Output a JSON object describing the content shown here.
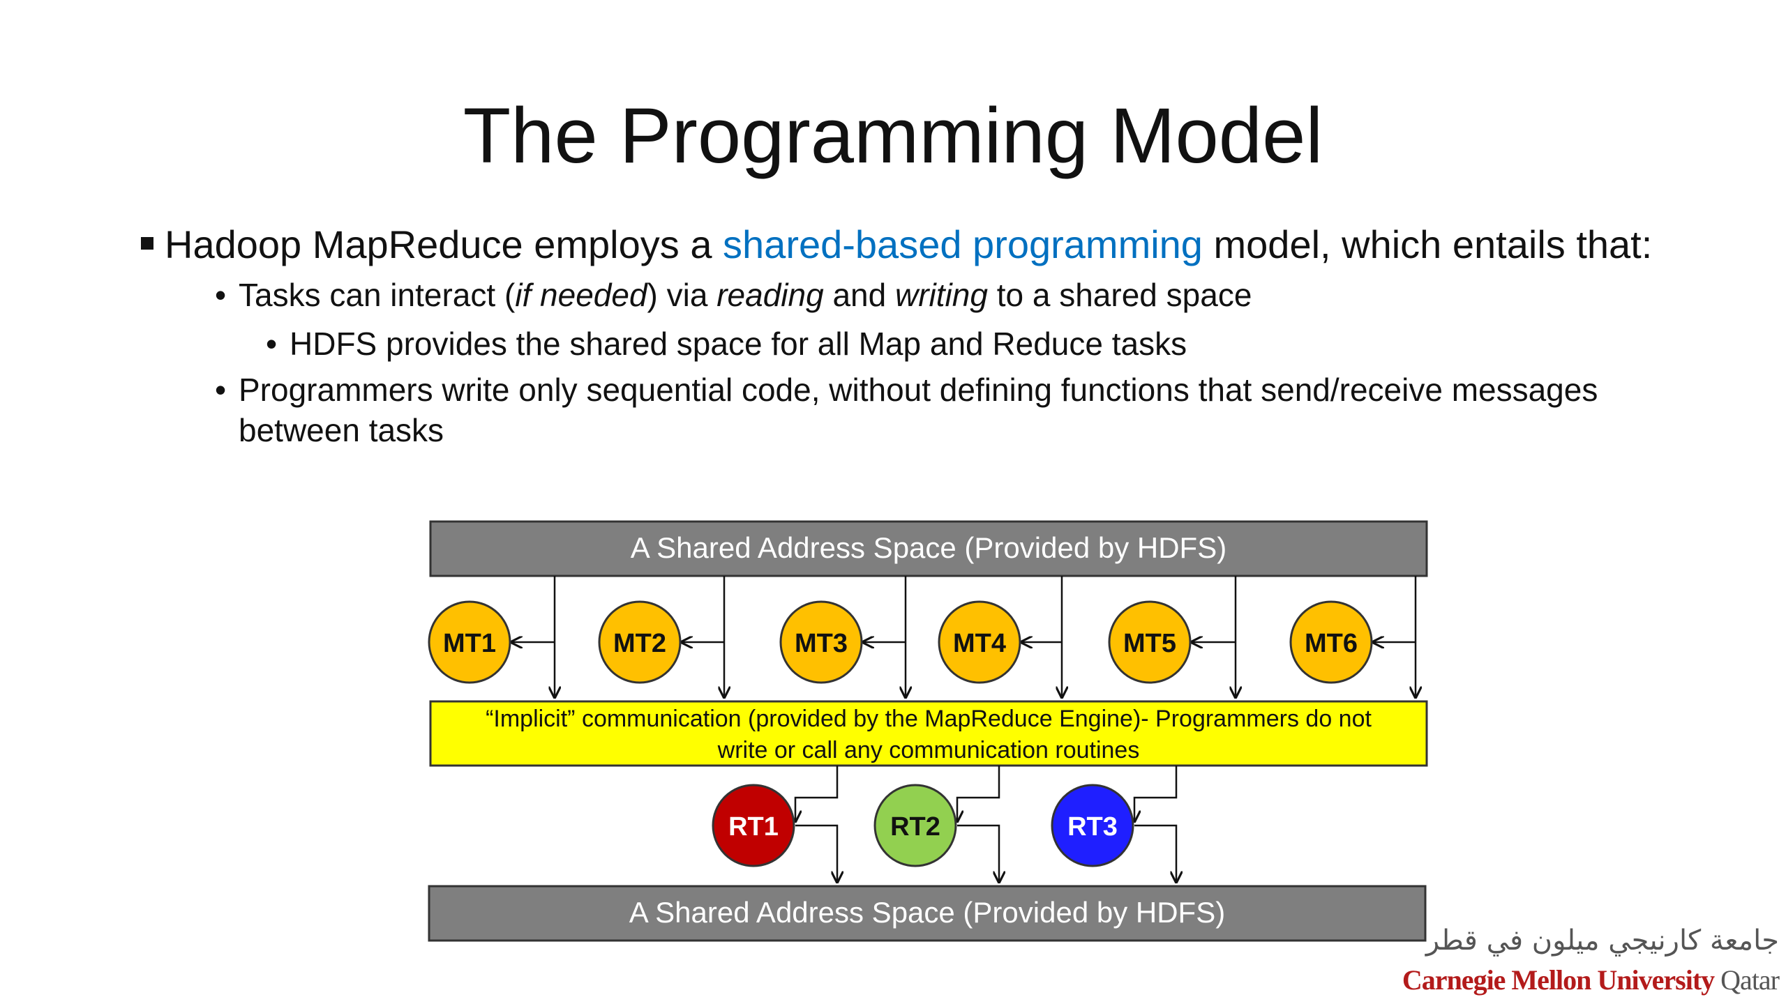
{
  "slide": {
    "title": "The Programming Model",
    "bullet1": {
      "pre": "Hadoop MapReduce employs a ",
      "accent": "shared-based programming",
      "post": " model, which entails that:",
      "accent_color": "#0070c0"
    },
    "sub1": {
      "t1": "Tasks can interact (",
      "i1": "if needed",
      "t2": ") via ",
      "i2": "reading",
      "t3": " and ",
      "i3": "writing",
      "t4": " to a shared space"
    },
    "sub1a": "HDFS provides the shared space for all Map and Reduce tasks",
    "sub2": "Programmers write only sequential code, without defining functions that send/receive messages between tasks"
  },
  "diagram": {
    "top_box": "A Shared Address Space (Provided by HDFS)",
    "middle_box": {
      "line1": "“Implicit” communication (provided by the MapReduce Engine)- Programmers do not",
      "line2": "write or call any communication routines"
    },
    "bottom_box": "A Shared Address Space (Provided by HDFS)",
    "map_tasks": [
      "MT1",
      "MT2",
      "MT3",
      "MT4",
      "MT5",
      "MT6"
    ],
    "reduce_tasks": [
      {
        "label": "RT1",
        "fill": "#c00000",
        "text_color": "#ffffff"
      },
      {
        "label": "RT2",
        "fill": "#92d050",
        "text_color": "#111111"
      },
      {
        "label": "RT3",
        "fill": "#1f1fff",
        "text_color": "#ffffff"
      }
    ],
    "colors": {
      "box_fill": "#7f7f7f",
      "middle_fill": "#ffff00",
      "map_fill": "#ffc000"
    }
  },
  "logo": {
    "arabic": "جامعة كارنيجي ميلون في قطر",
    "english_main": "Carnegie Mellon University",
    "english_suffix": " Qatar"
  }
}
